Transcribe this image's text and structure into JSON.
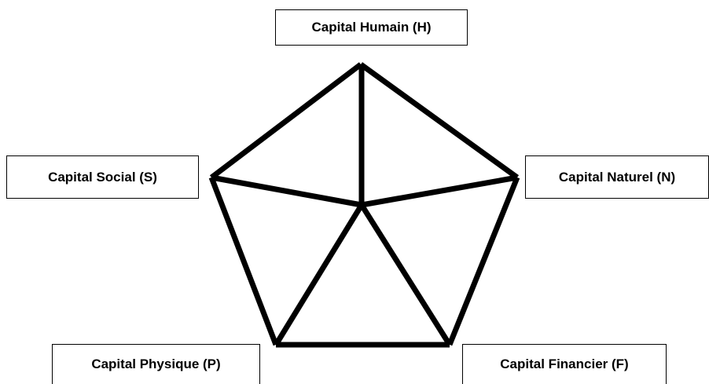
{
  "labels": {
    "humain": "Capital Humain (H)",
    "social": "Capital Social (S)",
    "naturel": "Capital Naturel (N)",
    "physique": "Capital Physique (P)",
    "financier": "Capital Financier (F)"
  },
  "colors": {
    "line": "#000000",
    "background": "#ffffff"
  }
}
